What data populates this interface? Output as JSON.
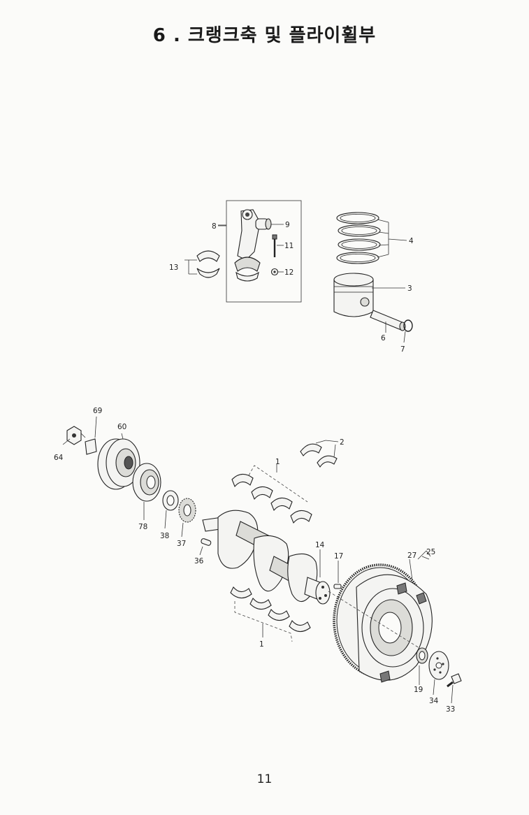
{
  "title": "6 . 크랭크축 및 플라이휠부",
  "page_number": "11",
  "labels": {
    "l8": "8",
    "l9": "9",
    "l11": "11",
    "l12": "12",
    "l13": "13",
    "l4": "4",
    "l3": "3",
    "l6": "6",
    "l7": "7",
    "l69": "69",
    "l60": "60",
    "l64": "64",
    "l78": "78",
    "l38": "38",
    "l37": "37",
    "l36": "36",
    "l2": "2",
    "l1a": "1",
    "l14": "14",
    "l17": "17",
    "l1b": "1",
    "l27": "27",
    "l25": "25",
    "l19": "19",
    "l34": "34",
    "l33": "33"
  }
}
